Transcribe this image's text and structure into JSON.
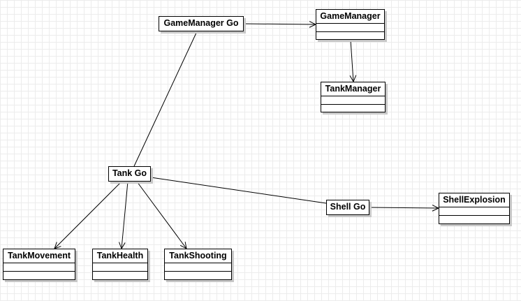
{
  "nodes": {
    "gamemanager_go": {
      "label": "GameManager Go",
      "kind": "object"
    },
    "gamemanager": {
      "label": "GameManager",
      "kind": "class"
    },
    "tankmanager": {
      "label": "TankManager",
      "kind": "class"
    },
    "tank_go": {
      "label": "Tank Go",
      "kind": "object"
    },
    "shell_go": {
      "label": "Shell Go",
      "kind": "object"
    },
    "shellexplosion": {
      "label": "ShellExplosion",
      "kind": "class"
    },
    "tankmovement": {
      "label": "TankMovement",
      "kind": "class"
    },
    "tankhealth": {
      "label": "TankHealth",
      "kind": "class"
    },
    "tankshooting": {
      "label": "TankShooting",
      "kind": "class"
    }
  },
  "edges": [
    {
      "from": "gamemanager_go",
      "to": "gamemanager",
      "arrow": "open"
    },
    {
      "from": "gamemanager",
      "to": "tankmanager",
      "arrow": "open"
    },
    {
      "from": "gamemanager_go",
      "to": "tank_go",
      "arrow": "none"
    },
    {
      "from": "tank_go",
      "to": "shell_go",
      "arrow": "none"
    },
    {
      "from": "shell_go",
      "to": "shellexplosion",
      "arrow": "open"
    },
    {
      "from": "tank_go",
      "to": "tankmovement",
      "arrow": "open"
    },
    {
      "from": "tank_go",
      "to": "tankhealth",
      "arrow": "open"
    },
    {
      "from": "tank_go",
      "to": "tankshooting",
      "arrow": "open"
    }
  ]
}
